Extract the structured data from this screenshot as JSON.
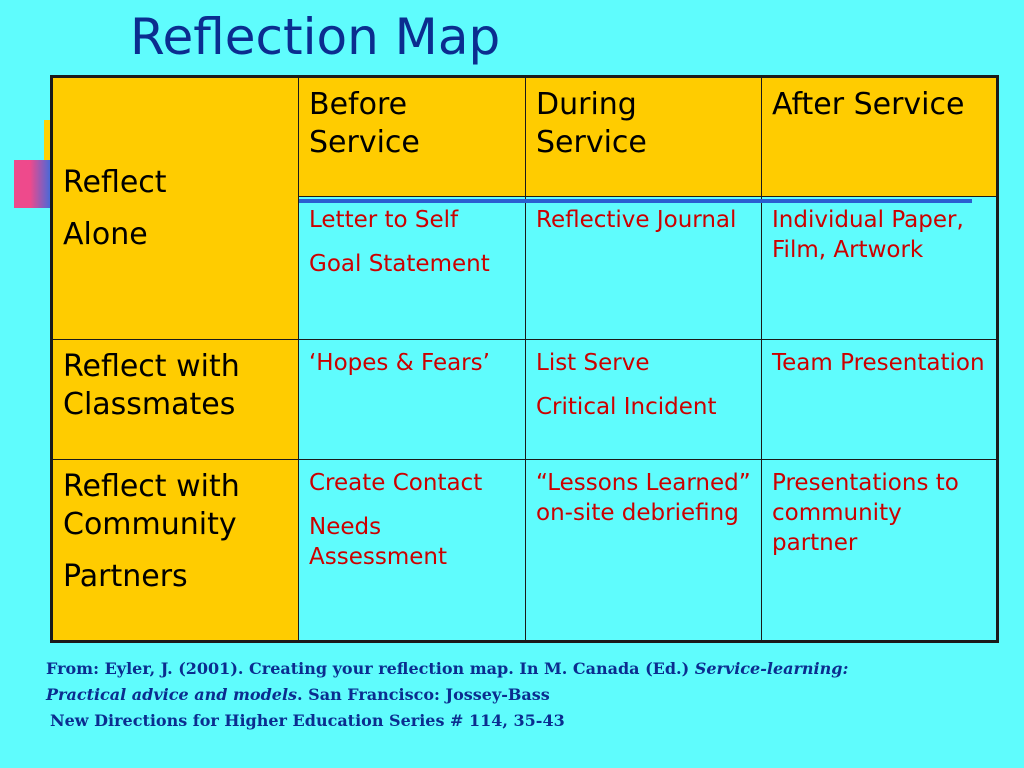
{
  "title": "Reflection Map",
  "columns": [
    "Before Service",
    "During Service",
    "After Service"
  ],
  "rows": [
    {
      "label": [
        "Reflect",
        "Alone"
      ],
      "cells": [
        [
          "Letter to Self",
          "Goal Statement"
        ],
        [
          "Reflective Journal"
        ],
        [
          "Individual Paper, Film, Artwork"
        ]
      ]
    },
    {
      "label": [
        "Reflect with Classmates"
      ],
      "cells": [
        [
          "‘Hopes & Fears’"
        ],
        [
          "List Serve",
          "Critical Incident"
        ],
        [
          "Team Presentation"
        ]
      ]
    },
    {
      "label": [
        "Reflect with Community",
        "Partners"
      ],
      "cells": [
        [
          "Create Contact",
          "Needs Assessment"
        ],
        [
          "“Lessons Learned” on-site debriefing"
        ],
        [
          "Presentations to community partner"
        ]
      ]
    }
  ],
  "footer": {
    "line1_prefix": "From:  Eyler, J. (2001). Creating your reflection map. In M. Canada (Ed.) ",
    "line1_italic": "Service-learning:",
    "line2_italic": "Practical advice and models",
    "line2_suffix": ".  San Francisco: Jossey-Bass",
    "line3": "New Directions for Higher Education Series # 114,  35-43"
  },
  "colors": {
    "background": "#5ffcfd",
    "header_fill": "#ffcc00",
    "title": "#0b2d8f",
    "cell_text": "#cc0000"
  }
}
